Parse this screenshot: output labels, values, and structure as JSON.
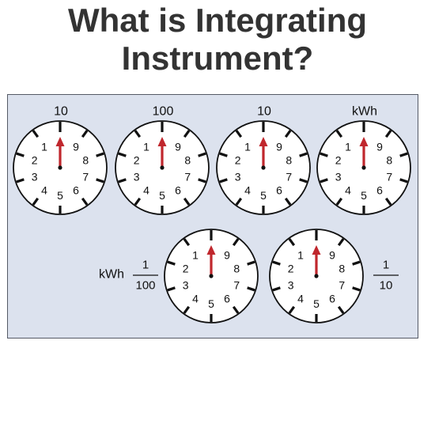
{
  "title": {
    "line1": "What is Integrating",
    "line2": "Instrument?"
  },
  "colors": {
    "background": "#ffffff",
    "panel": "#dce2ee",
    "title_text": "#333333",
    "pointer": "#c0272d"
  },
  "dial_numbers": [
    "1",
    "2",
    "3",
    "4",
    "5",
    "6",
    "7",
    "8",
    "9"
  ],
  "dials": [
    {
      "id": "dial-1",
      "top_label": "10"
    },
    {
      "id": "dial-2",
      "top_label": "100"
    },
    {
      "id": "dial-3",
      "top_label": "10"
    },
    {
      "id": "dial-4",
      "top_label": "kWh"
    },
    {
      "id": "dial-5",
      "side_unit": "kWh",
      "fraction": {
        "numerator": "1",
        "denominator": "100"
      }
    },
    {
      "id": "dial-6",
      "fraction": {
        "numerator": "1",
        "denominator": "10"
      }
    }
  ]
}
